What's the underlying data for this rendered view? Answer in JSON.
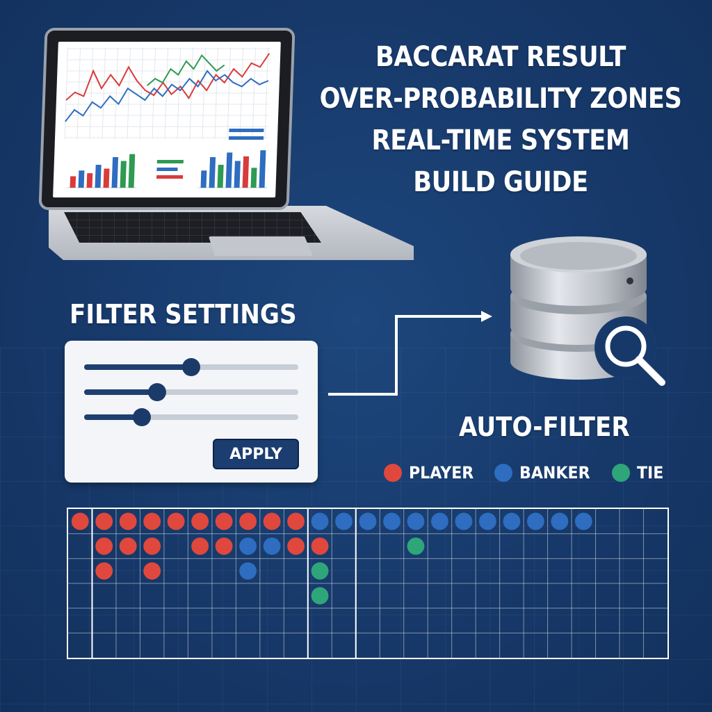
{
  "title": {
    "lines": [
      "BACCARAT RESULT",
      "OVER-PROBABILITY ZONES",
      "REAL-TIME SYSTEM",
      "BUILD GUIDE"
    ]
  },
  "filter_settings": {
    "heading": "FILTER SETTINGS",
    "sliders": [
      {
        "name": "slider-1",
        "level": 0.5
      },
      {
        "name": "slider-2",
        "level": 0.34
      },
      {
        "name": "slider-3",
        "level": 0.27
      }
    ],
    "apply_label": "APPLY"
  },
  "auto_filter": {
    "heading": "AUTO-FILTER",
    "icon": "database-search-icon"
  },
  "legend": [
    {
      "label": "PLAYER",
      "color": "#e0483e"
    },
    {
      "label": "BANKER",
      "color": "#2e6dc0"
    },
    {
      "label": "TIE",
      "color": "#2ea67a"
    }
  ],
  "colors": {
    "background": "#17396a",
    "player": "#e0483e",
    "banker": "#2e6dc0",
    "tie": "#2ea67a",
    "panel": "#f3f5f8",
    "button": "#1b3d6f"
  },
  "bead_road": {
    "rows": 6,
    "cols": 25,
    "columns": [
      [
        "P"
      ],
      [
        "P",
        "P",
        "P"
      ],
      [
        "P",
        "P"
      ],
      [
        "P",
        "P",
        "P"
      ],
      [
        "P"
      ],
      [
        "P",
        "P"
      ],
      [
        "P",
        "P"
      ],
      [
        "P",
        "B",
        "B"
      ],
      [
        "P",
        "B"
      ],
      [
        "P",
        "P"
      ],
      [
        "B",
        "P",
        "T",
        "T"
      ],
      [
        "B"
      ],
      [
        "B"
      ],
      [
        "B"
      ],
      [
        "B",
        "T"
      ],
      [
        "B"
      ],
      [
        "B"
      ],
      [
        "B"
      ],
      [
        "B"
      ],
      [
        "B"
      ],
      [
        "B"
      ],
      [
        "B"
      ]
    ]
  },
  "laptop_screen": {
    "line_chart": {
      "series": [
        {
          "color": "#d93b3b",
          "values": [
            40,
            48,
            44,
            70,
            52,
            66,
            55,
            74,
            60,
            50,
            45,
            58,
            46,
            54,
            42,
            60,
            50,
            66,
            58,
            72,
            64,
            78,
            74,
            88
          ]
        },
        {
          "color": "#2e6dc0",
          "values": [
            18,
            30,
            24,
            38,
            32,
            44,
            36,
            52,
            46,
            40,
            52,
            44,
            56,
            50,
            62,
            54,
            70,
            60,
            66,
            58,
            54,
            62,
            56,
            60
          ]
        },
        {
          "color": "#2e9a52",
          "values": [
            55,
            62,
            58,
            72,
            66,
            80,
            72,
            86,
            78,
            70,
            76
          ]
        }
      ]
    },
    "bar_chart_left": [
      {
        "color": "#d93b3b",
        "value": 30
      },
      {
        "color": "#2e6dc0",
        "value": 45
      },
      {
        "color": "#d93b3b",
        "value": 38
      },
      {
        "color": "#2e6dc0",
        "value": 60
      },
      {
        "color": "#d93b3b",
        "value": 50
      },
      {
        "color": "#2e6dc0",
        "value": 80
      },
      {
        "color": "#2e9a52",
        "value": 70
      },
      {
        "color": "#2e9a52",
        "value": 88
      }
    ],
    "bar_chart_right": [
      {
        "color": "#2e6dc0",
        "value": 45
      },
      {
        "color": "#2e6dc0",
        "value": 80
      },
      {
        "color": "#2e9a52",
        "value": 60
      },
      {
        "color": "#2e6dc0",
        "value": 92
      },
      {
        "color": "#2e6dc0",
        "value": 70
      },
      {
        "color": "#d93b3b",
        "value": 82
      },
      {
        "color": "#2e9a52",
        "value": 52
      },
      {
        "color": "#2e6dc0",
        "value": 98
      }
    ]
  }
}
